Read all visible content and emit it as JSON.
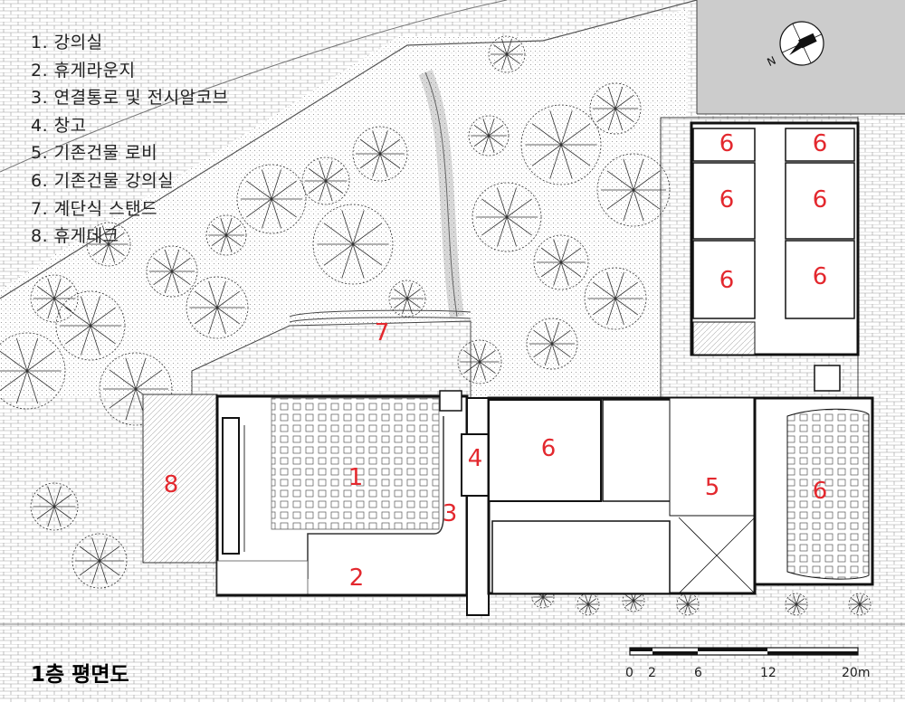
{
  "legend": [
    "1. 강의실",
    "2. 휴게라운지",
    "3. 연결통로 및 전시알코브",
    "4. 창고",
    "5. 기존건물 로비",
    "6. 기존건물 강의실",
    "7. 계단식 스탠드",
    "8. 휴게데크"
  ],
  "title": "1층 평면도",
  "north_label": "N",
  "scale": {
    "labels": [
      "0",
      "2",
      "6",
      "12",
      "20m"
    ]
  },
  "room_numbers": {
    "r1": "1",
    "r2": "2",
    "r3": "3",
    "r4": "4",
    "r5": "5",
    "r6a": "6",
    "r6b": "6",
    "r6c": "6",
    "r6d": "6",
    "r6e": "6",
    "r6f": "6",
    "r6g": "6",
    "r6h": "6",
    "r7": "7",
    "r8": "8"
  },
  "colors": {
    "label_red": "#e3282e",
    "street_gray": "#cccccc",
    "line": "#222222"
  }
}
